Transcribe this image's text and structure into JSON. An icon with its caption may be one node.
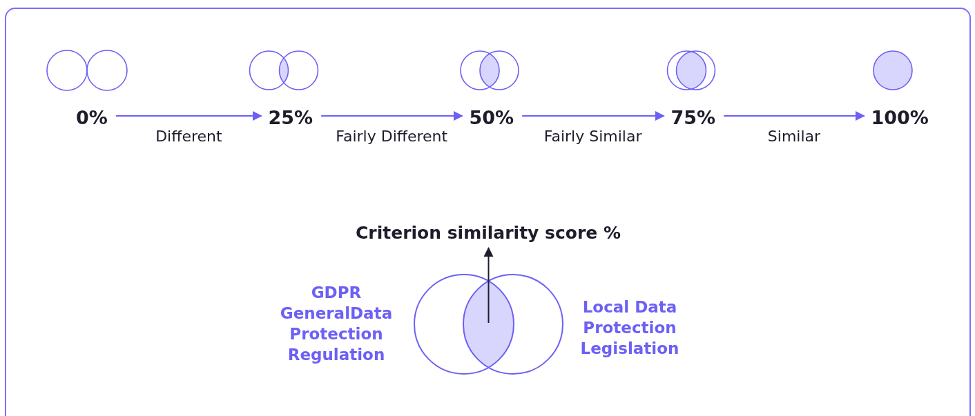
{
  "diagram": {
    "nodes": [
      {
        "text": [
          "0%"
        ]
      },
      {
        "text": [
          "25%"
        ]
      },
      {
        "text": [
          "50%"
        ]
      },
      {
        "text": [
          "75%"
        ]
      },
      {
        "text": [
          "100%"
        ]
      },
      {
        "text": [
          "Criterion similarity score %"
        ]
      },
      {
        "text": [],
        "shape": "circle",
        "beside": [
          "GDPR",
          "GeneralData Protection Regulation"
        ]
      },
      {
        "text": [],
        "shape": "circle",
        "beside": [
          "Local Data Protection Legislation"
        ]
      },
      {
        "text": [],
        "shape": "lens"
      }
    ],
    "edges": [
      {
        "from": 0,
        "to": 1,
        "arrow": "to",
        "label": "Different"
      },
      {
        "from": 1,
        "to": 2,
        "arrow": "to",
        "label": "Fairly Different"
      },
      {
        "from": 2,
        "to": 3,
        "arrow": "to",
        "label": "Fairly Similar"
      },
      {
        "from": 3,
        "to": 4,
        "arrow": "to",
        "label": "Similar"
      },
      {
        "from": 8,
        "to": 5,
        "arrow": "to",
        "color": "#1d1d2b"
      }
    ]
  }
}
